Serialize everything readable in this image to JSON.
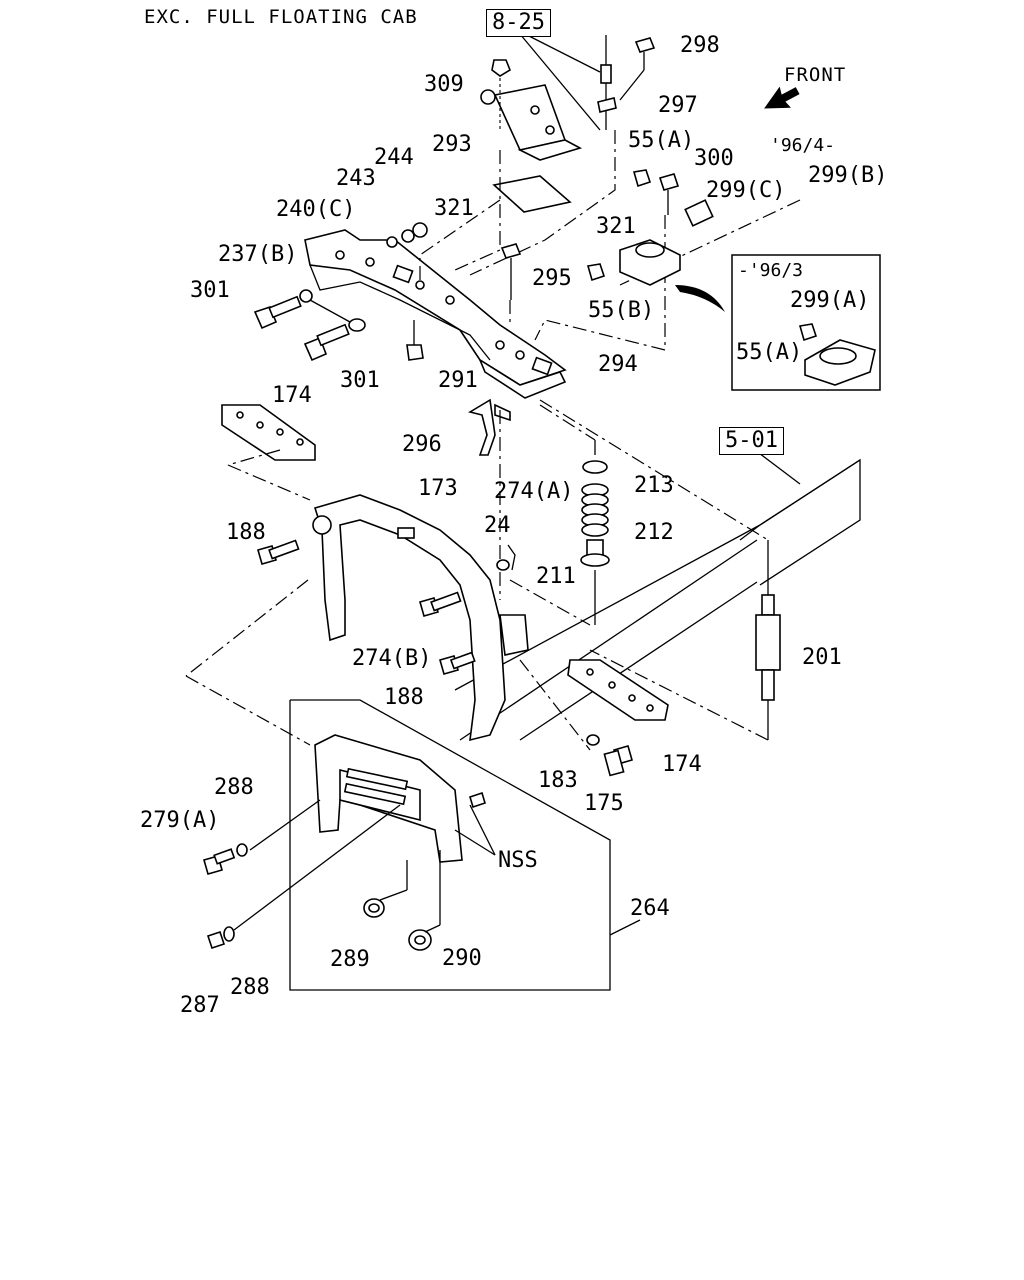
{
  "title": "EXC. FULL FLOATING CAB",
  "front_label": "FRONT",
  "refs": {
    "r825": "8-25",
    "r501": "5-01"
  },
  "inset": {
    "period_new": "'96/4-",
    "period_old": "-'96/3"
  },
  "callouts": {
    "p298": "298",
    "p297": "297",
    "p309": "309",
    "p293": "293",
    "p55a_top": "55(A)",
    "p300": "300",
    "p299c": "299(C)",
    "p299b": "299(B)",
    "p244": "244",
    "p243": "243",
    "p240c": "240(C)",
    "p321a": "321",
    "p321b": "321",
    "p237b": "237(B)",
    "p301a": "301",
    "p301b": "301",
    "p295": "295",
    "p55b": "55(B)",
    "p294": "294",
    "p291": "291",
    "p299a": "299(A)",
    "p55a_inset": "55(A)",
    "p174a": "174",
    "p296": "296",
    "p213": "213",
    "p173": "173",
    "p274a": "274(A)",
    "p212": "212",
    "p188a": "188",
    "p24": "24",
    "p211": "211",
    "p201": "201",
    "p274b": "274(B)",
    "p188b": "188",
    "p183": "183",
    "p174b": "174",
    "p175": "175",
    "p288a": "288",
    "p279a": "279(A)",
    "nss": "NSS",
    "p264": "264",
    "p289": "289",
    "p290": "290",
    "p287": "287",
    "p288b": "288"
  }
}
